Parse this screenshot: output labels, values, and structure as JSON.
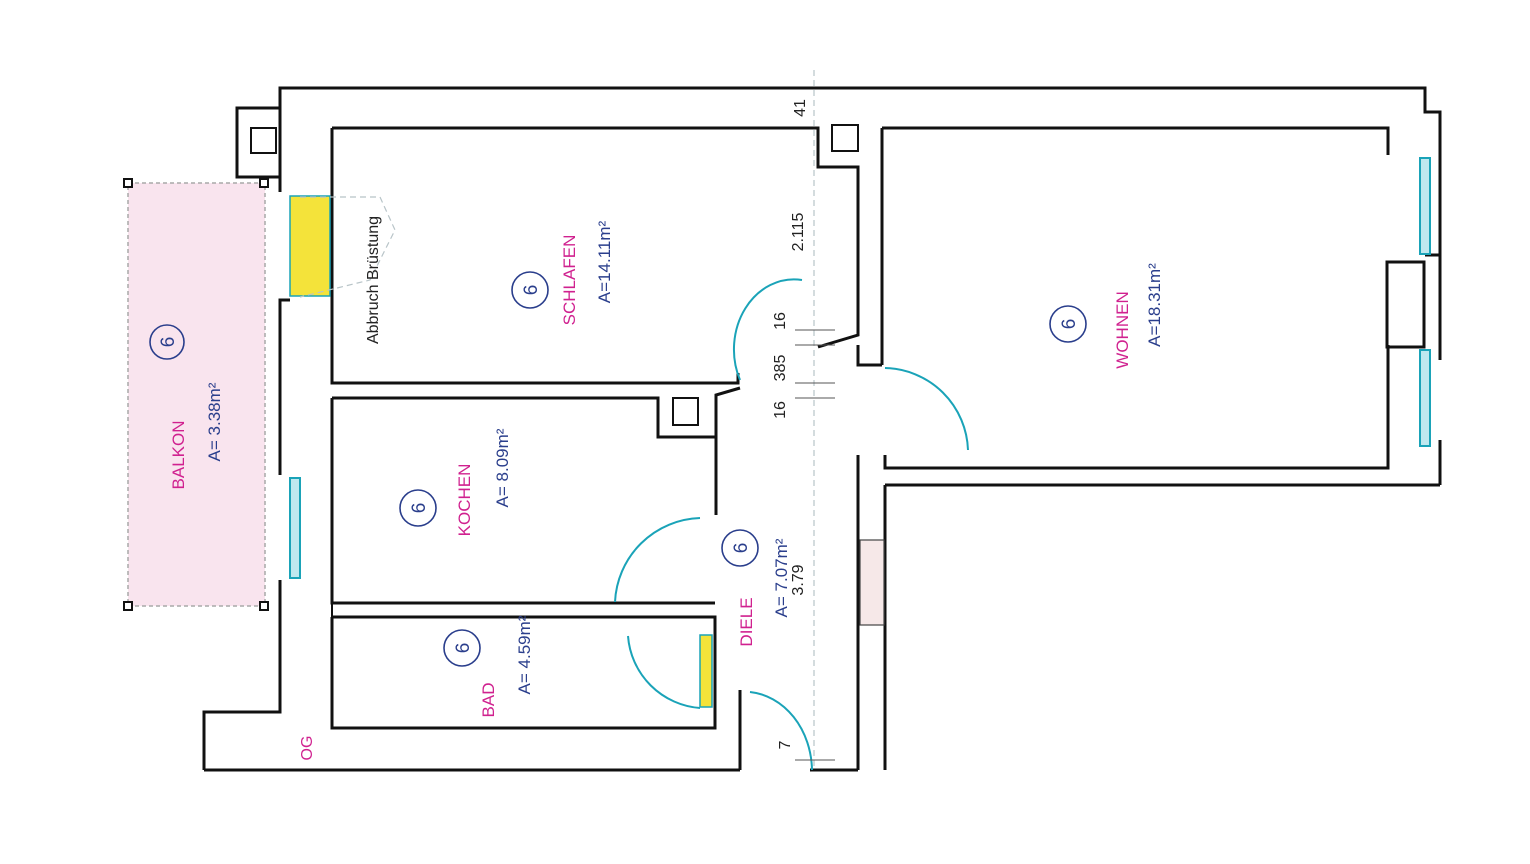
{
  "colors": {
    "wall": "#111111",
    "room_name": "#d0218f",
    "area_text": "#2a3e8c",
    "balcony_fill": "#f9e4ee",
    "window": "#1aa3b8",
    "highlight": "#f4e33a"
  },
  "rooms": [
    {
      "key": "balkon",
      "name": "BALKON",
      "area": "A=  3.38m²",
      "number": "6"
    },
    {
      "key": "schlafen",
      "name": "SCHLAFEN",
      "area": "A=14.11m²",
      "number": "6"
    },
    {
      "key": "wohnen",
      "name": "WOHNEN",
      "area": "A=18.31m²",
      "number": "6"
    },
    {
      "key": "kochen",
      "name": "KOCHEN",
      "area": "A=  8.09m²",
      "number": "6"
    },
    {
      "key": "diele",
      "name": "DIELE",
      "area": "A=  7.07m²",
      "number": "6"
    },
    {
      "key": "bad",
      "name": "BAD",
      "area": "A=  4.59m²",
      "number": "6"
    }
  ],
  "annotations": {
    "abbruch": "Abbruch Brüstung",
    "dim_41": "41",
    "dim_2115": "2.115",
    "dim_16a": "16",
    "dim_385": "385",
    "dim_16b": "16",
    "dim_16c": "16",
    "dim_379": "3.79",
    "dim_7": "7",
    "og": "OG"
  }
}
